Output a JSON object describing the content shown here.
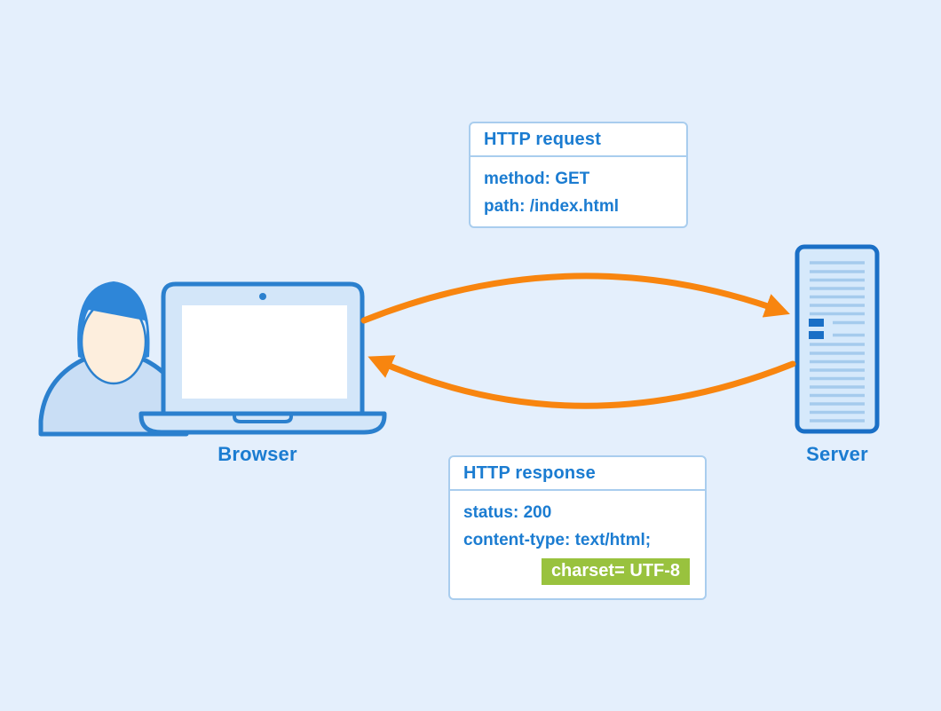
{
  "colors": {
    "bg": "#e4effc",
    "blue_text": "#1b7cd1",
    "stroke_blue": "#2b80ce",
    "server_stroke": "#1a6fc6",
    "box_border": "#a9cdee",
    "orange": "#f8850f",
    "green": "#99c23e",
    "laptop_fill": "#d3e6f9",
    "server_fill": "#d6e9fb",
    "server_line": "#a5cbed",
    "shirt": "#c9def5",
    "hair": "#2e86d8",
    "face": "#fdeedd"
  },
  "request_box": {
    "title": "HTTP request",
    "lines": [
      "method: GET",
      "path: /index.html"
    ]
  },
  "response_box": {
    "title": "HTTP response",
    "lines": [
      "status: 200",
      "content-type: text/html;"
    ],
    "highlight": "charset= UTF-8"
  },
  "labels": {
    "browser": "Browser",
    "server": "Server"
  }
}
